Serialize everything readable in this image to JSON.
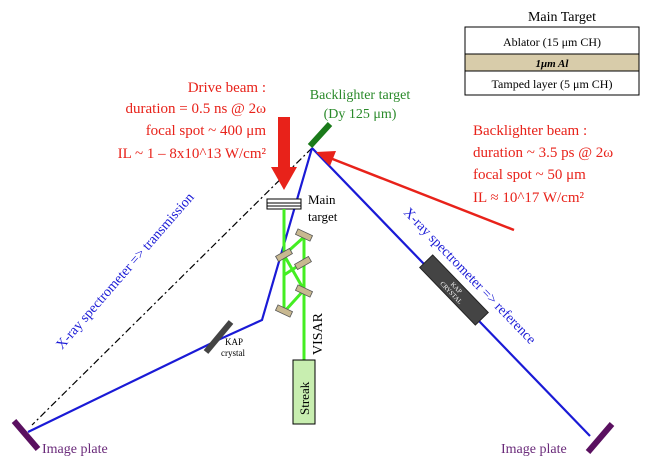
{
  "main_target": {
    "title": "Main Target",
    "layers": [
      {
        "label": "Ablator (15 μm CH)",
        "color": "#ffffff"
      },
      {
        "label": "1μm Al",
        "color": "#d8ccaa"
      },
      {
        "label": "Tamped layer (5 μm CH)",
        "color": "#ffffff"
      }
    ]
  },
  "drive_beam": {
    "lines": [
      "Drive beam :",
      "duration = 0.5 ns @ 2ω",
      "focal spot ~ 400 μm",
      "IL ~ 1 – 8x10^13 W/cm²"
    ],
    "color": "#e8221a"
  },
  "backlighter_target": {
    "lines": [
      "Backlighter target",
      "(Dy 125 μm)"
    ],
    "color": "#2a8a2a"
  },
  "backlighter_beam": {
    "lines": [
      "Backlighter beam :",
      "duration ~ 3.5 ps @ 2ω",
      "focal spot ~ 50 μm",
      "IL ≈ 10^17 W/cm²"
    ],
    "color": "#e8221a"
  },
  "main_target_label": [
    "Main",
    "target"
  ],
  "spectrometer_transmission": "X-ray spectrometer => transmission",
  "spectrometer_reference": "X-ray spectrometer => reference",
  "kap_left": [
    "KAP",
    "crystal"
  ],
  "kap_right": [
    "KAP",
    "CRYSTAL"
  ],
  "visar": "VISAR",
  "streak": "Streak",
  "image_plate_left": "Image plate",
  "image_plate_right": "Image plate",
  "colors": {
    "xray_blue": "#1a1ad6",
    "visar_green": "#44ee22",
    "image_plate_purple": "#5a1060",
    "text_purple": "#6a2a7a"
  }
}
